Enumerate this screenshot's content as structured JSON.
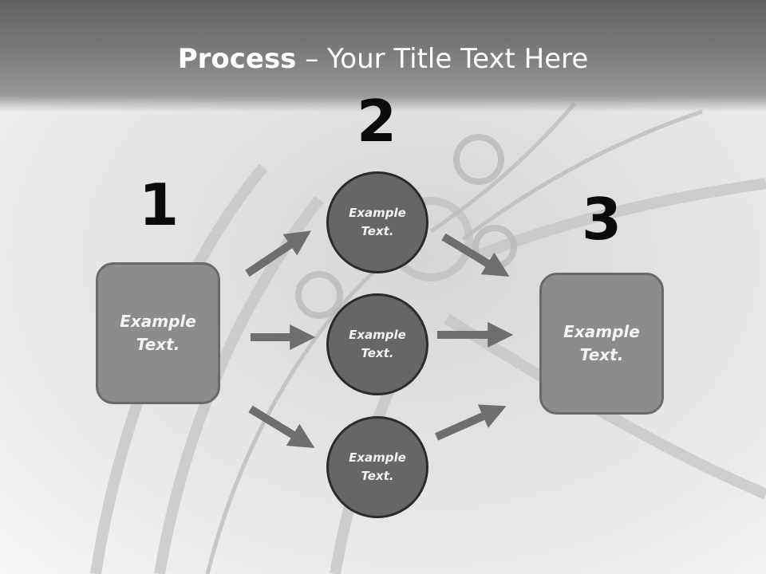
{
  "title": {
    "bold": "Process",
    "rest": " – Your Title Text Here"
  },
  "steps": {
    "s1": {
      "number": "1",
      "text": "Example\nText."
    },
    "s2": {
      "number": "2",
      "circles": [
        "Example\nText.",
        "Example\nText.",
        "Example\nText."
      ]
    },
    "s3": {
      "number": "3",
      "text": "Example\nText."
    }
  },
  "colors": {
    "title_bar": "#707070",
    "box_fill": "#8c8c8c",
    "circle_fill": "#666666",
    "arrow": "#6e6e6e",
    "number": "#0b0b0b"
  }
}
